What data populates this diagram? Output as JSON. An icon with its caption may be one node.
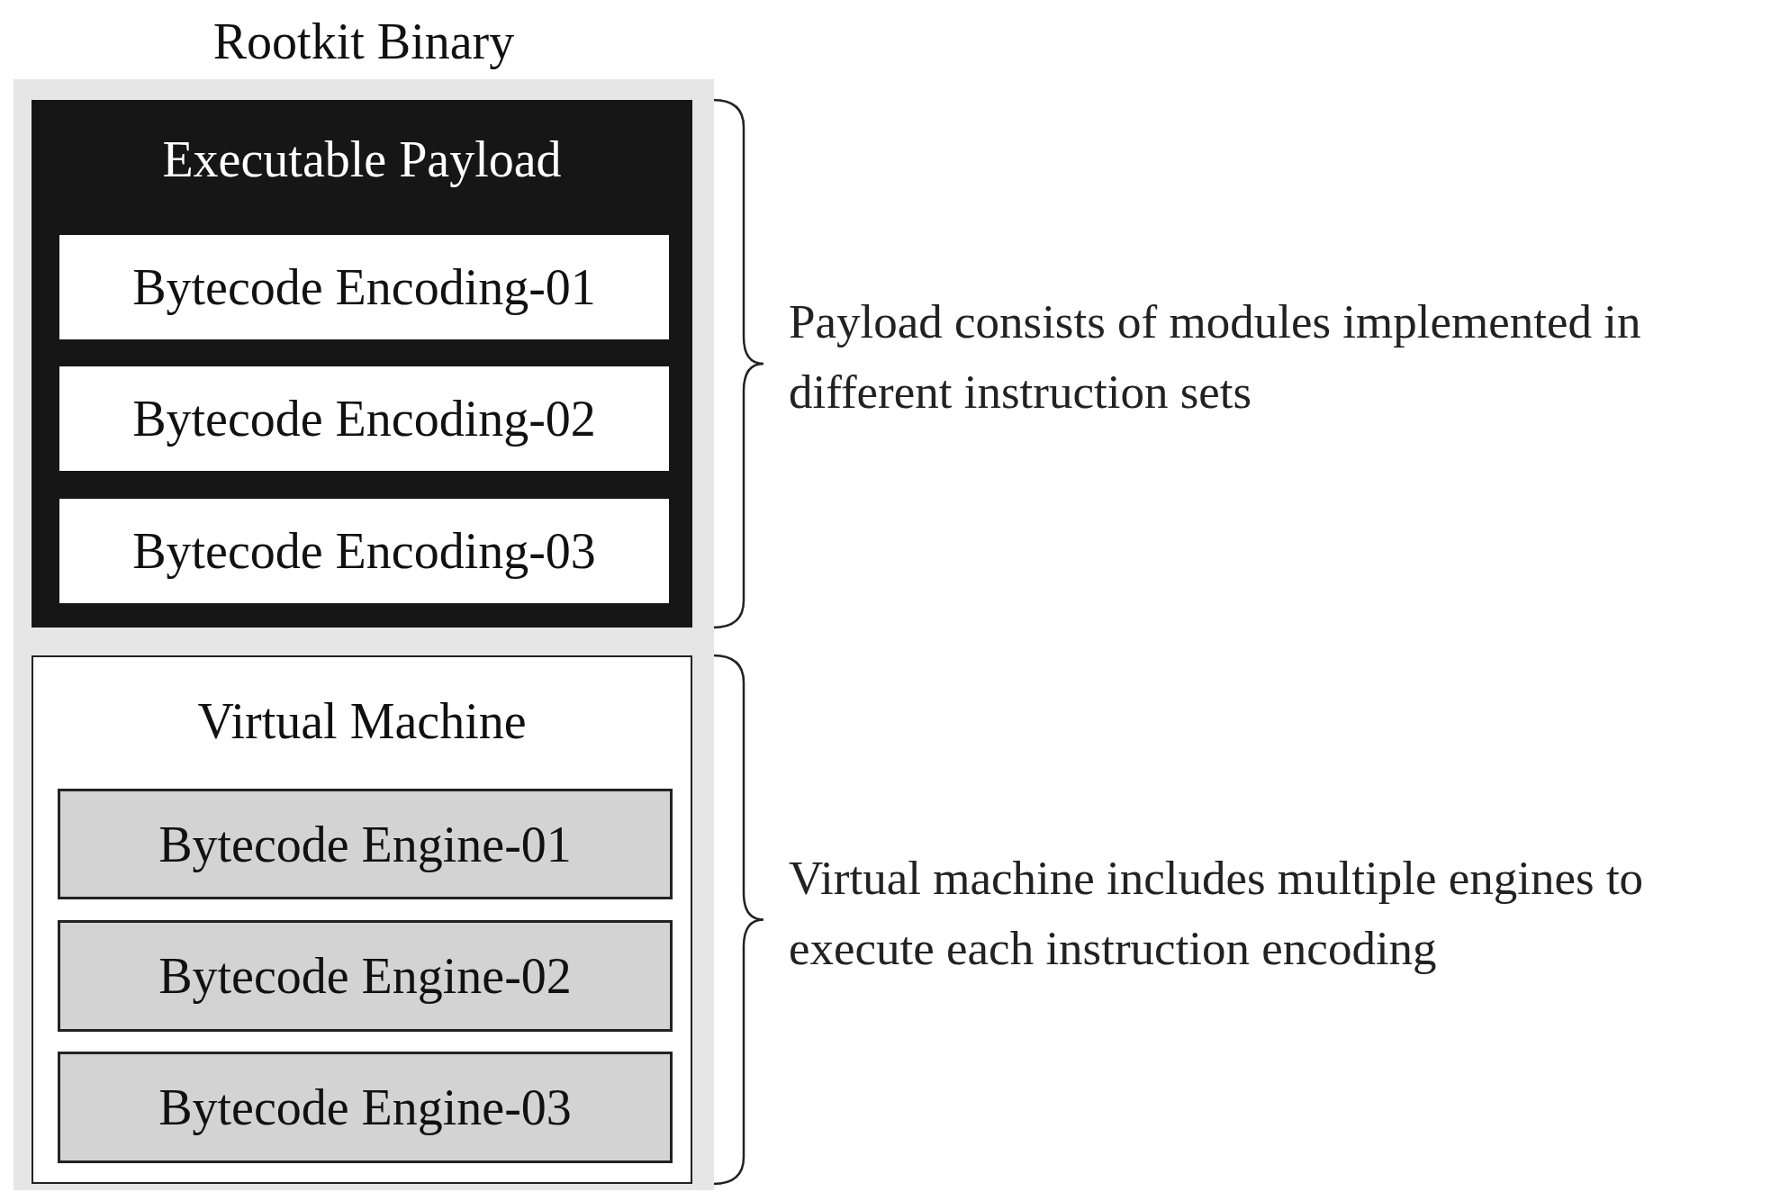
{
  "diagram": {
    "nodes": [
      {
        "text": [
          "Rootkit Binary"
        ]
      },
      {
        "text": [
          "Executable Payload"
        ],
        "in": 0,
        "beside": [
          "Payload consists of modules implemented in different instruction sets"
        ]
      },
      {
        "text": [
          "Bytecode Encoding-01"
        ],
        "in": 1
      },
      {
        "text": [
          "Bytecode Encoding-02"
        ],
        "in": 1
      },
      {
        "text": [
          "Bytecode Encoding-03"
        ],
        "in": 1
      },
      {
        "text": [
          "Virtual Machine"
        ],
        "in": 0,
        "beside": [
          "Virtual machine includes multiple engines to execute each instruction encoding"
        ]
      },
      {
        "text": [
          "Bytecode Engine-01"
        ],
        "in": 5
      },
      {
        "text": [
          "Bytecode Engine-02"
        ],
        "in": 5
      },
      {
        "text": [
          "Bytecode Engine-03"
        ],
        "in": 5
      }
    ],
    "edges": []
  }
}
